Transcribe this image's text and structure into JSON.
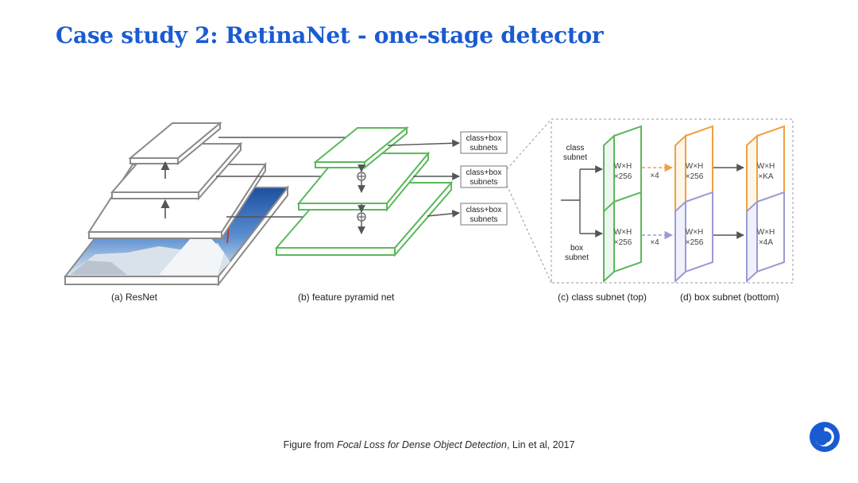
{
  "title": "Case study 2: RetinaNet - one-stage detector",
  "diagram": {
    "panel_labels": {
      "a": "(a) ResNet",
      "b": "(b) feature pyramid net",
      "c": "(c) class subnet (top)",
      "d": "(d) box subnet (bottom)"
    },
    "subnet_box_line1": "class+box",
    "subnet_box_line2": "subnets",
    "class_subnet_label": [
      "class",
      "subnet"
    ],
    "box_subnet_label": [
      "box",
      "subnet"
    ],
    "feature_line1": "W×H",
    "feature_line2": "×256",
    "class_out_line2": "×KA",
    "box_out_line2": "×4A",
    "repeat_label": "×4",
    "colors": {
      "resnet": "#8a8a8a",
      "fpn": "#5cb85c",
      "class_head": "#f0a040",
      "box_head": "#9a9ad6",
      "arrow": "#555555"
    }
  },
  "caption": {
    "prefix": "Figure from ",
    "source_title": "Focal Loss for Dense Object Detection",
    "suffix": ", Lin et al, 2017"
  },
  "logo_icon": "swirl-logo-icon"
}
